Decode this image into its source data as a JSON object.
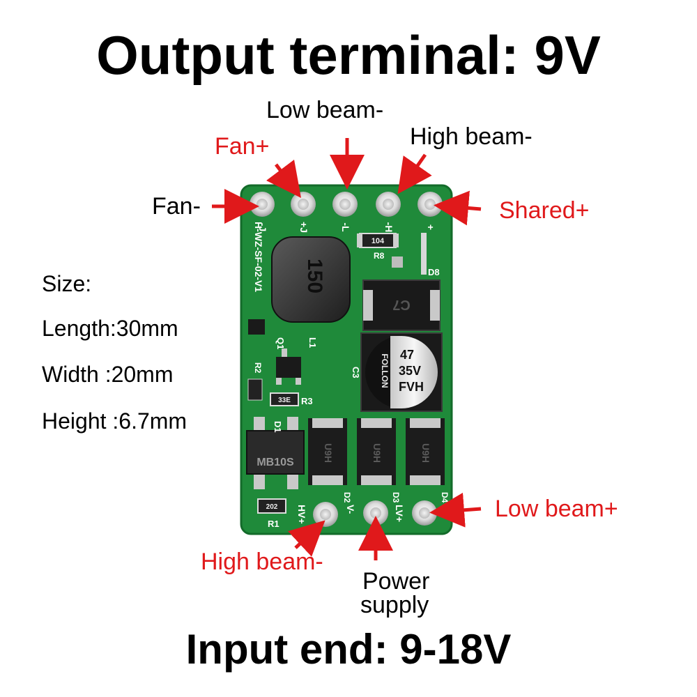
{
  "title_top": "Output terminal: 9V",
  "title_bottom": "Input end: 9-18V",
  "pin_labels": {
    "fan_minus": "Fan-",
    "fan_plus": "Fan+",
    "low_beam_minus": "Low beam-",
    "high_beam_minus_top": "High beam-",
    "shared_plus": "Shared+",
    "low_beam_plus": "Low beam+",
    "high_beam_minus_bottom": "High beam-",
    "power_supply_line1": "Power",
    "power_supply_line2": "supply"
  },
  "size_info": {
    "heading": "Size:",
    "length": "Length:30mm",
    "width": "Width :20mm",
    "height": "Height :6.7mm"
  },
  "board": {
    "silk_top_pins": [
      "-J",
      "+J",
      "-L",
      "-H",
      "+"
    ],
    "silk_bottom_pins": [
      "HV+",
      "V-",
      "LV+"
    ],
    "board_id": "H-WZ-SF-02-V1",
    "inductor_marking": "150",
    "inductor_ref": "L1",
    "transistor_ref": "Q1",
    "resistor_r2": "R2",
    "resistor_r3": "R3",
    "resistor_r3_value": "33E",
    "resistor_r8": "R8",
    "resistor_r8_value": "104",
    "resistor_r1": "R1",
    "resistor_r1_value": "202",
    "diode_d8_ref": "D8",
    "diode_d8_marking": "C7",
    "diode_d1_ref": "D1",
    "diode_d2_ref": "D2",
    "diode_d3_ref": "D3",
    "diode_d4_ref": "D4",
    "rectifier_marking": "MB10S",
    "diode_marking": "U9H",
    "cap_ref": "C3",
    "cap_brand": "FOLLON",
    "cap_value": "47",
    "cap_voltage": "35V",
    "cap_series": "FVH"
  },
  "colors": {
    "pcb_green": "#1f8a3a",
    "label_red": "#e0191b",
    "text_black": "#000000"
  }
}
